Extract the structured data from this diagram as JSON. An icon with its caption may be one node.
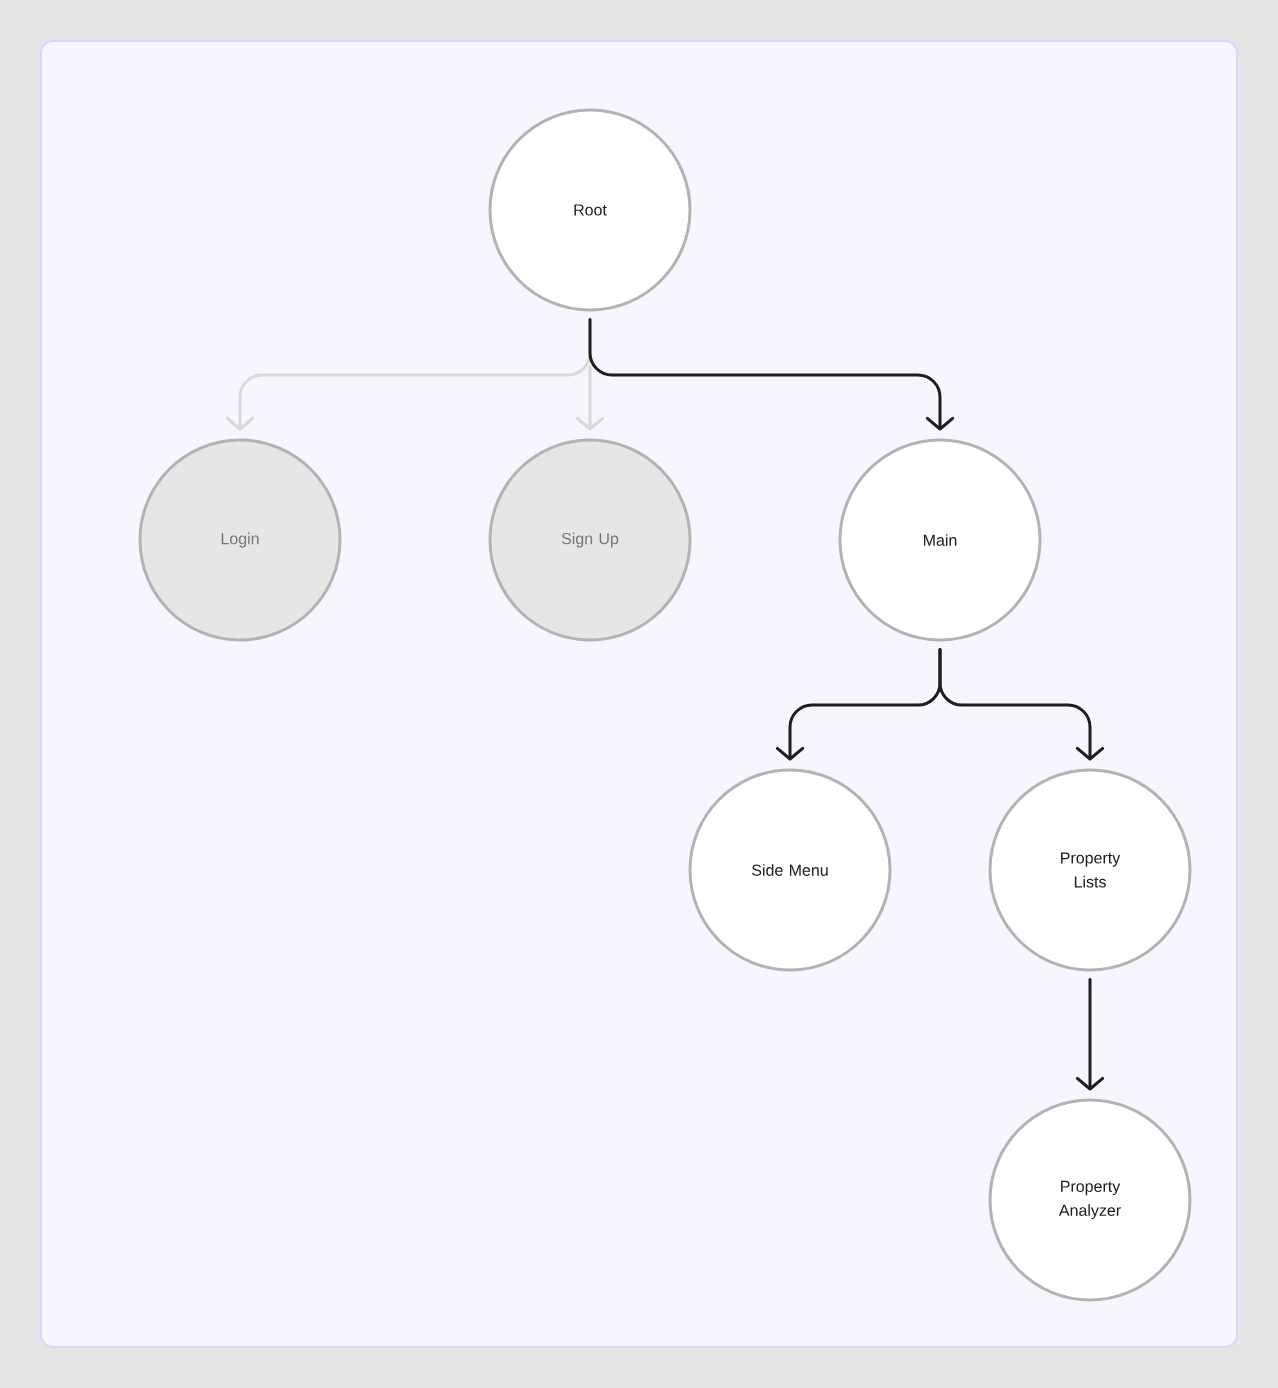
{
  "diagram": {
    "nodes": [
      {
        "text": [
          "Root"
        ]
      },
      {
        "text": [
          "Login"
        ]
      },
      {
        "text": [
          "Sign Up"
        ]
      },
      {
        "text": [
          "Main"
        ]
      },
      {
        "text": [
          "Side Menu"
        ]
      },
      {
        "text": [
          "Property Lists"
        ]
      },
      {
        "text": [
          "Property Analyzer"
        ]
      }
    ],
    "edges": [
      {
        "from": 0,
        "to": 1,
        "arrow": "to",
        "color": "#d9d9d9"
      },
      {
        "from": 0,
        "to": 2,
        "arrow": "to",
        "color": "#d9d9d9"
      },
      {
        "from": 0,
        "to": 3,
        "arrow": "to"
      },
      {
        "from": 3,
        "to": 4,
        "arrow": "to"
      },
      {
        "from": 3,
        "to": 5,
        "arrow": "to"
      },
      {
        "from": 5,
        "to": 6,
        "arrow": "to"
      }
    ]
  }
}
